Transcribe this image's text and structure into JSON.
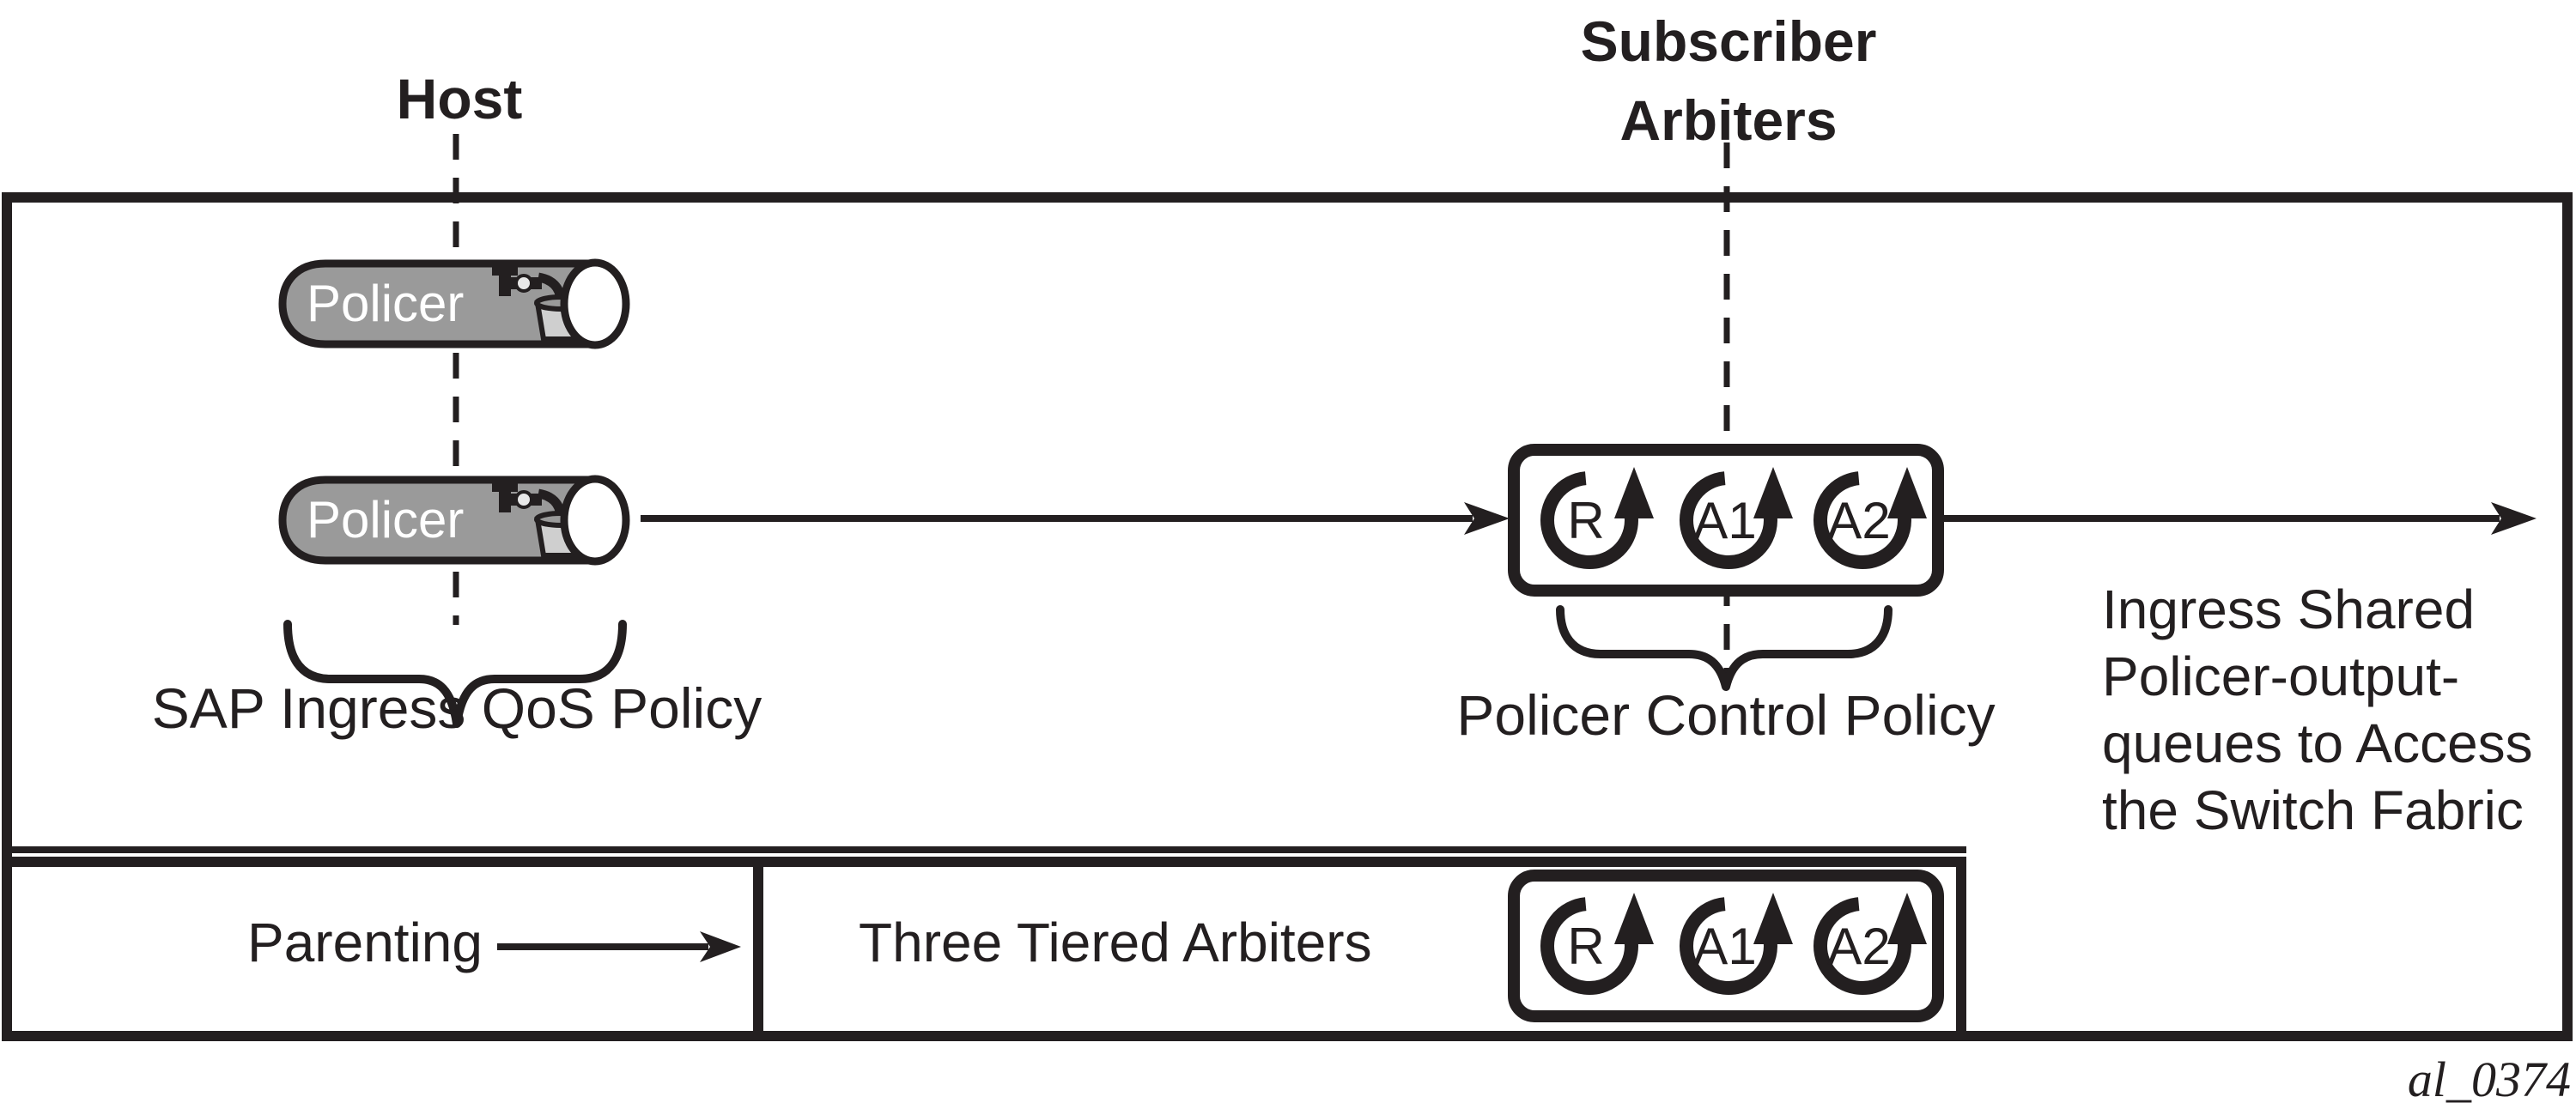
{
  "figure": {
    "host_label": "Host",
    "subscriber_arbiters": [
      "Subscriber",
      "Arbiters"
    ],
    "policer_label": "Policer",
    "sap_policy_label": "SAP Ingress QoS Policy",
    "policer_control_label": "Policer Control Policy",
    "output_text_lines": [
      "Ingress Shared",
      "Policer-output-",
      "queues to Access",
      "the Switch Fabric"
    ],
    "parenting_label": "Parenting",
    "three_tiered_label": "Three Tiered Arbiters",
    "arbiter_letters": [
      "R",
      "A1",
      "A2"
    ],
    "figure_id": "al_0374",
    "colors": {
      "ink": "#231f20",
      "pipe_gray": "#9a9a9a",
      "bucket_gray": "#cfcfcf",
      "background": "#ffffff"
    }
  }
}
